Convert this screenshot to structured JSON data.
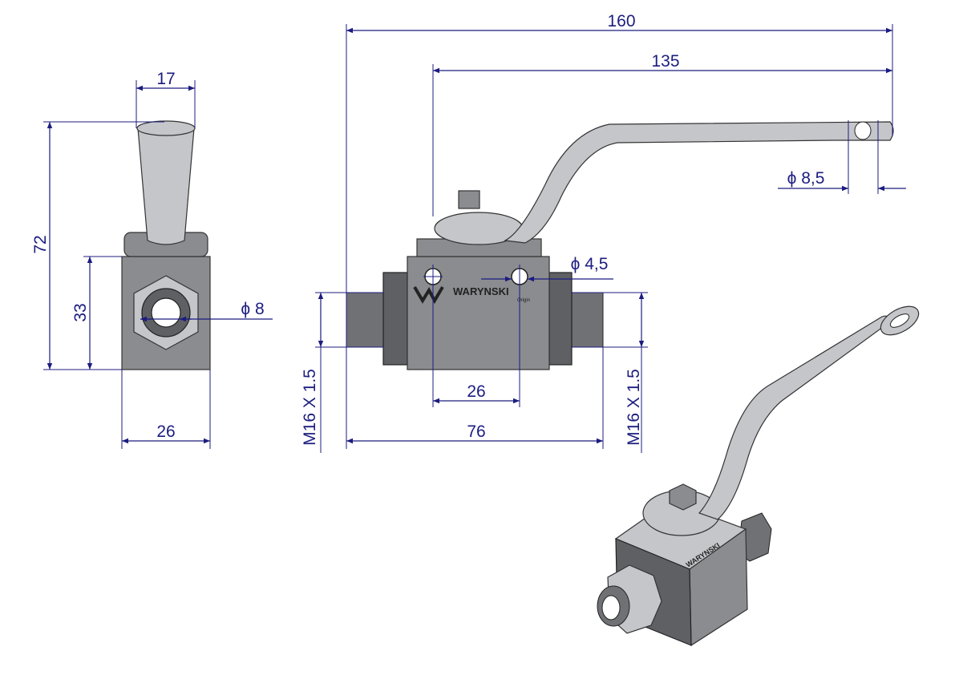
{
  "title": "Ball valve dimension drawing",
  "brand": {
    "logo_text": "WARYNSKI",
    "logo_sub": "Origin"
  },
  "dimensions": {
    "overall_length": "160",
    "handle_length": "135",
    "handle_width": "17",
    "total_height": "72",
    "body_height": "33",
    "bore_diameter": "ϕ 8",
    "body_width_side": "26",
    "handle_hole": "ϕ 8,5",
    "mount_hole": "ϕ 4,5",
    "thread_left": "M16 X 1.5",
    "thread_right": "M16 X 1.5",
    "hole_spacing": "26",
    "body_length": "76"
  },
  "colors": {
    "dimension": "#1c1c80",
    "metal": "#8a8c90"
  }
}
